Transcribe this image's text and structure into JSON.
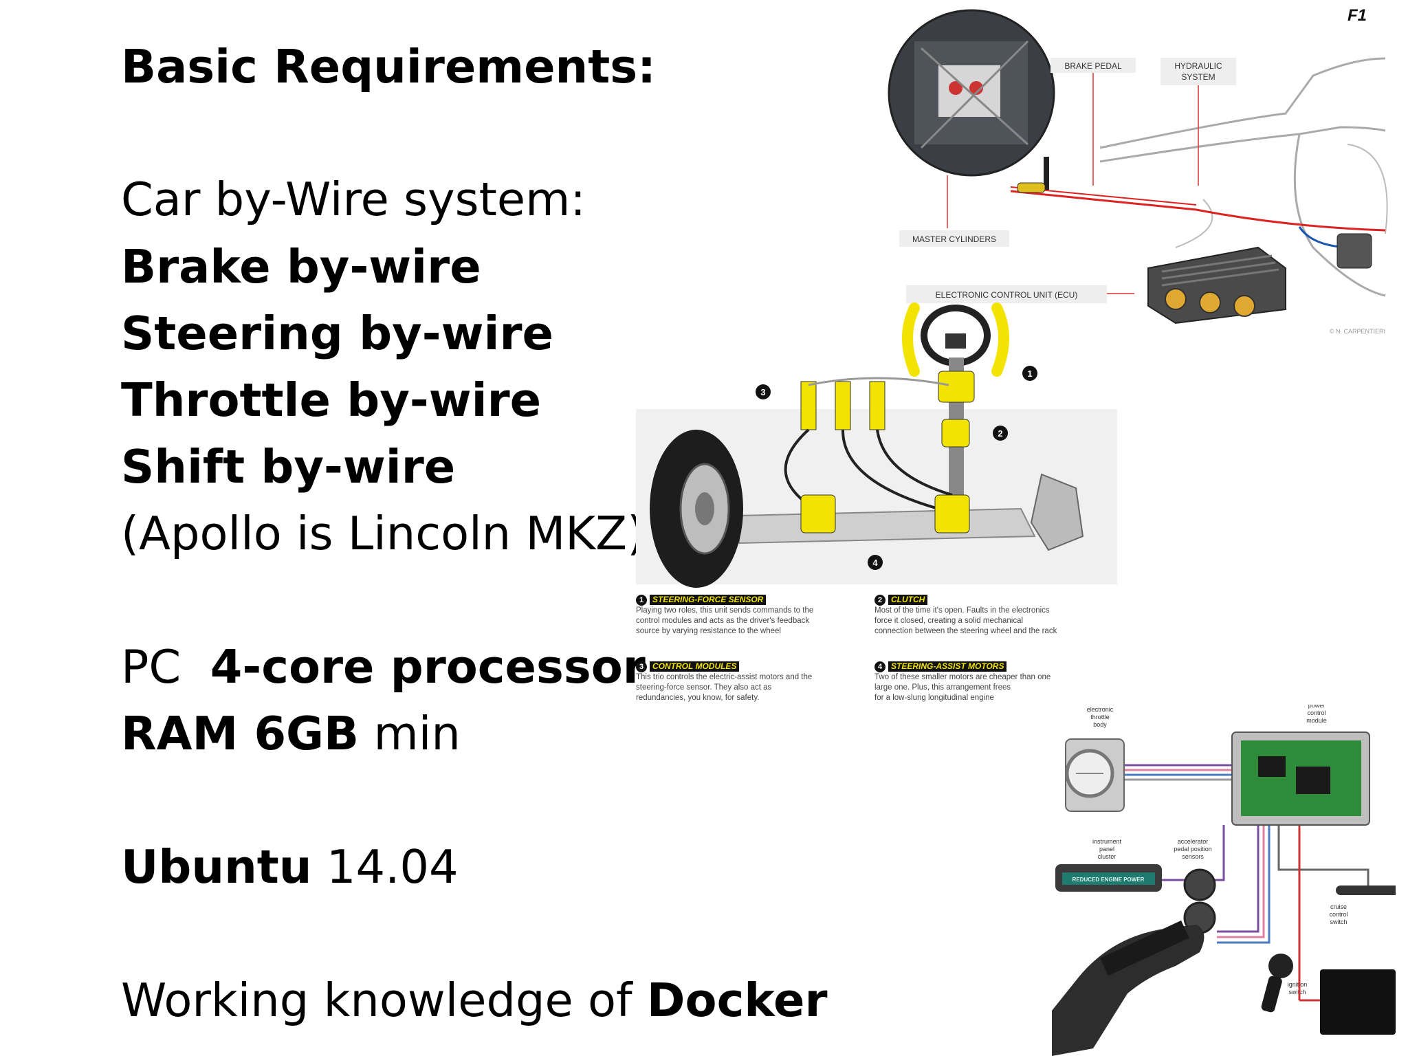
{
  "text": {
    "heading": "Basic Requirements:",
    "carbywire": "Car by-Wire system:",
    "items": [
      "Brake by-wire",
      "Steering by-wire",
      "Throttle by-wire",
      "Shift by-wire"
    ],
    "apollo": "(Apollo is Lincoln MKZ)",
    "pc_prefix": "PC",
    "pc_bold": "4-core processor",
    "ram_bold": "RAM 6GB",
    "ram_rest": "min",
    "ubuntu_bold": "Ubuntu",
    "ubuntu_rest": "14.04",
    "docker_prefix": "Working knowledge of",
    "docker_bold": "Docker"
  },
  "brake_diagram": {
    "logo": "F1",
    "brake_pedal": "BRAKE PEDAL",
    "hydraulic_1": "HYDRAULIC",
    "hydraulic_2": "SYSTEM",
    "master_cylinders": "MASTER CYLINDERS",
    "ecu": "ELECTRONIC CONTROL UNIT (ECU)",
    "credit": "© N. CARPENTIERI"
  },
  "steering_diagram": {
    "c1_num": "1",
    "c1_title": "STEERING-FORCE SENSOR",
    "c1_body": [
      "Playing two roles, this unit sends commands to the",
      "control modules and acts as the driver's feedback",
      "source by varying resistance to the wheel"
    ],
    "c2_num": "2",
    "c2_title": "CLUTCH",
    "c2_body": [
      "Most of the time it's open. Faults in the electronics",
      "force it closed, creating a solid mechanical",
      "connection between the steering wheel and the rack"
    ],
    "c3_num": "3",
    "c3_title": "CONTROL MODULES",
    "c3_body": [
      "This trio controls the electric-assist motors and the",
      "steering-force sensor. They also act as",
      "redundancies, you know, for safety."
    ],
    "c4_num": "4",
    "c4_title": "STEERING-ASSIST MOTORS",
    "c4_body": [
      "Two of these smaller motors are cheaper than one",
      "large one. Plus, this arrangement frees ",
      "for a low-slung longitudinal engine"
    ]
  },
  "throttle_diagram": {
    "etb": [
      "electronic",
      "throttle",
      "body"
    ],
    "pcm": [
      "power",
      "control",
      "module"
    ],
    "ipc": [
      "instrument",
      "panel",
      "cluster"
    ],
    "apps": [
      "accelerator",
      "pedal position",
      "sensors"
    ],
    "cruise": [
      "cruise",
      "control",
      "switch"
    ],
    "ignition": [
      "ignition",
      "switch"
    ],
    "display": "REDUCED ENGINE POWER"
  }
}
